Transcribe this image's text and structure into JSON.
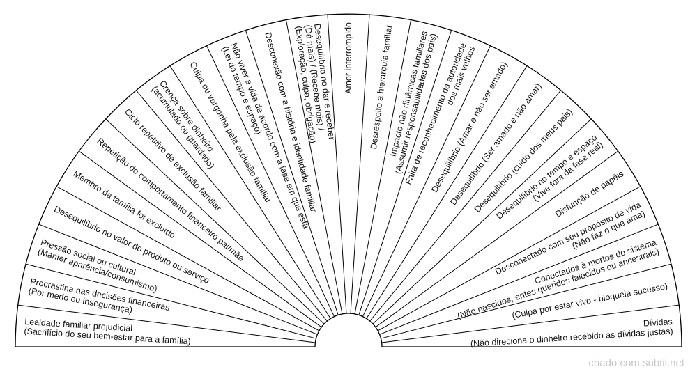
{
  "footer": "criado com subtil.net",
  "sectors": [
    {
      "lines": [
        "Lealdade familiar prejudicial",
        "(Sacrifício do seu bem-estar para a família)"
      ]
    },
    {
      "lines": [
        "Procrastina nas decisões  financeiras",
        "(Por medo ou insegurança)"
      ]
    },
    {
      "lines": [
        "Pressão social ou cultural",
        "(Manter aparência/consumismo)"
      ]
    },
    {
      "lines": [
        "Desequilíbrio no valor do produto  ou serviço"
      ]
    },
    {
      "lines": [
        "Membro da família foi excluído"
      ]
    },
    {
      "lines": [
        "Repetição do comportamento financeiro pai/mãe"
      ]
    },
    {
      "lines": [
        "Ciclo repetitivo de exclusão familiar"
      ]
    },
    {
      "lines": [
        "Crença sobre dinheiro",
        "(acumulado ou guardado)"
      ]
    },
    {
      "lines": [
        "Culpa ou vergonha pela exclusão familiar"
      ]
    },
    {
      "lines": [
        "Não viver a vida de acordo com a fase em que está",
        "(Lei do tempo e espaço)"
      ]
    },
    {
      "lines": [
        "Desconexão com a história e identidade familiar"
      ]
    },
    {
      "lines": [
        "Desequilíbrio no dar e receber",
        "(Dá mais) / (Recebe mais) /",
        "(Exploração, culpa, obrigação)"
      ]
    },
    {
      "lines": [
        "Amor interrompido"
      ]
    },
    {
      "lines": [
        "Desrespeito a hierarquia familiar"
      ]
    },
    {
      "lines": [
        "Impacto não dinâmicas familiares",
        "(Assumir responsabilidades dos pais)"
      ]
    },
    {
      "lines": [
        "Falta de reconhecimento da autoridade",
        "dos mais velhos"
      ]
    },
    {
      "lines": [
        "Desequilíbrio (Amar e não ser amado)"
      ]
    },
    {
      "lines": [
        "Desequilíbrio (Ser amado e não amar)"
      ]
    },
    {
      "lines": [
        "Desequilíbrio (cuido dos meus pais)"
      ]
    },
    {
      "lines": [
        "Desequilíbrio no tempo e espaço",
        "(Vive fora da fase real)"
      ]
    },
    {
      "lines": [
        "Disfunção de papéis"
      ]
    },
    {
      "lines": [
        "Desconectado com seu propósito de vida",
        "(Não faz o que ama)"
      ]
    },
    {
      "lines": [
        "Conectados à mortos do sistema",
        "(Não nascidos, entes queridos falecidos ou ancestrais)"
      ]
    },
    {
      "lines": [
        "(Culpa por estar vivo - bloqueia sucesso)"
      ]
    },
    {
      "lines": [
        "Dívidas",
        "(Não direciona o dinheiro recebido as dívidas justas)"
      ]
    }
  ]
}
